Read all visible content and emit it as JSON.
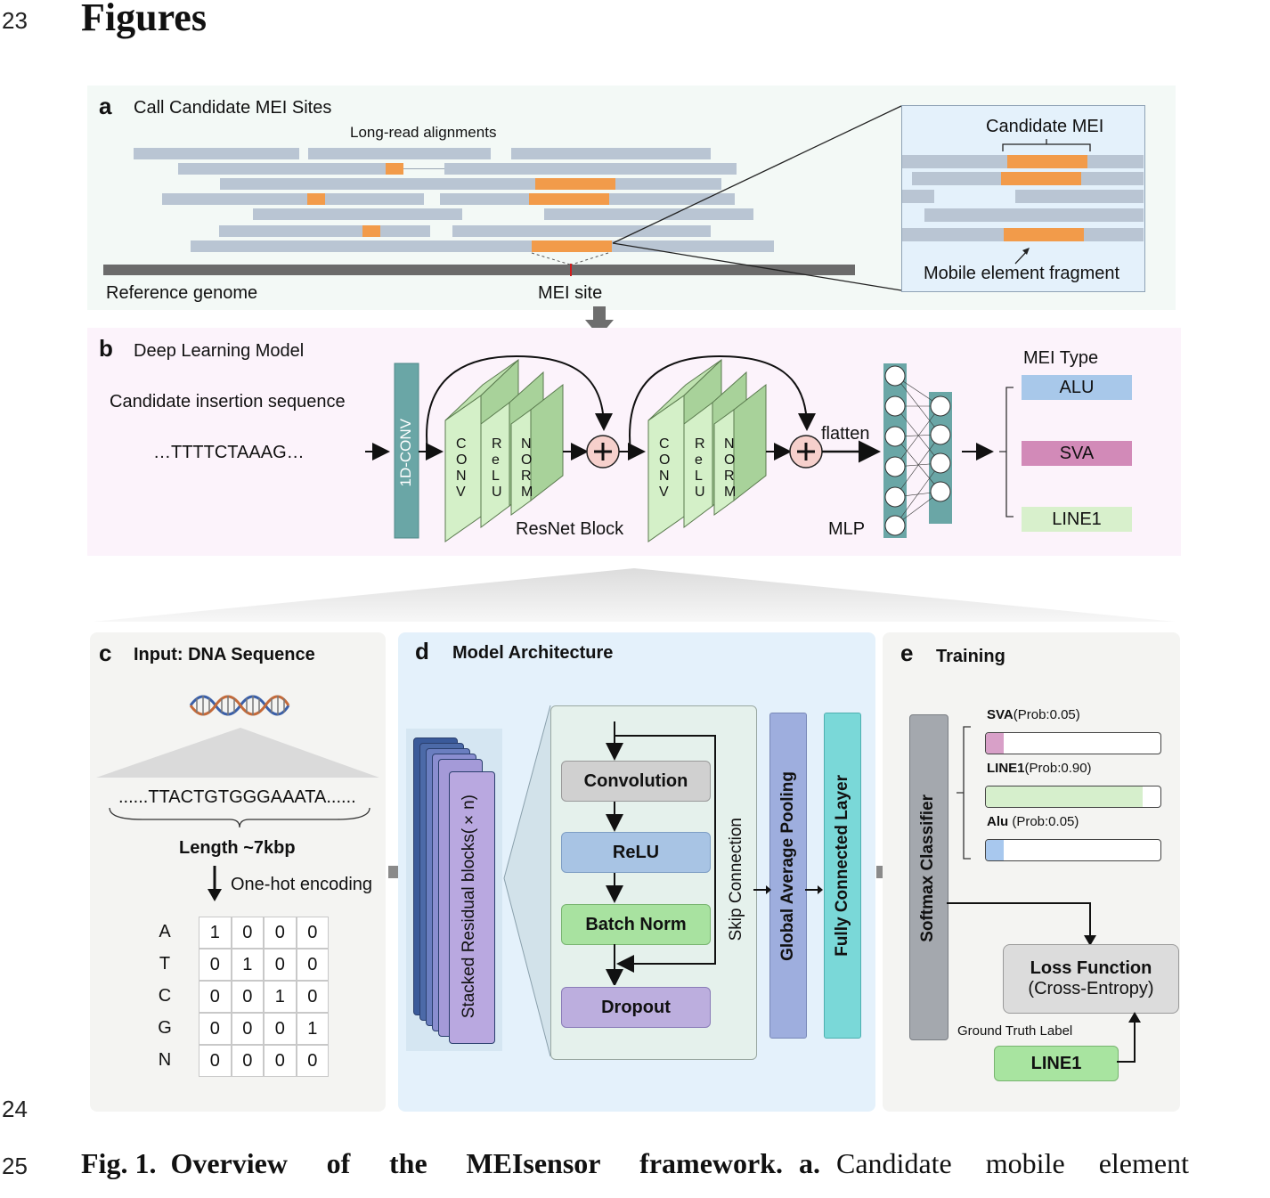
{
  "line_numbers": {
    "l23": "23",
    "l24": "24",
    "l25": "25"
  },
  "heading": "Figures",
  "panel_a": {
    "letter": "a",
    "title": "Call Candidate MEI Sites",
    "long_reads": "Long-read alignments",
    "reference": "Reference genome",
    "mei_site": "MEI site",
    "zoom_candidate": "Candidate MEI",
    "zoom_fragment": "Mobile element fragment"
  },
  "panel_b": {
    "letter": "b",
    "title": "Deep Learning Model",
    "candidate_seq": "Candidate insertion sequence",
    "sequence": "…TTTTCTAAAG…",
    "conv1d": "1D-CONV",
    "layer_conv": "CONV",
    "layer_relu": "ReLU",
    "layer_norm": "NORM",
    "resnet": "ResNet Block",
    "flatten": "flatten",
    "mlp": "MLP",
    "mei_type": "MEI Type",
    "types": [
      "ALU",
      "SVA",
      "LINE1"
    ],
    "colors": {
      "alu": "#a8c8ea",
      "sva": "#d28ab8",
      "line1": "#d8f0cc"
    }
  },
  "panel_c": {
    "letter": "c",
    "title": "Input: DNA Sequence",
    "sequence": "......TTACTGTGGGAAATA......",
    "length": "Length ~7kbp",
    "encoding": "One-hot encoding",
    "rows": [
      {
        "base": "A",
        "vals": [
          "1",
          "0",
          "0",
          "0"
        ]
      },
      {
        "base": "T",
        "vals": [
          "0",
          "1",
          "0",
          "0"
        ]
      },
      {
        "base": "C",
        "vals": [
          "0",
          "0",
          "1",
          "0"
        ]
      },
      {
        "base": "G",
        "vals": [
          "0",
          "0",
          "0",
          "1"
        ]
      },
      {
        "base": "N",
        "vals": [
          "0",
          "0",
          "0",
          "0"
        ]
      }
    ]
  },
  "panel_d": {
    "letter": "d",
    "title": "Model Architecture",
    "stacked": "Stacked Residual blocks(×n)",
    "convolution": "Convolution",
    "relu": "ReLU",
    "batchnorm": "Batch Norm",
    "dropout": "Dropout",
    "skip": "Skip Connection",
    "gap": "Global Average Pooling",
    "fc": "Fully Connected Layer"
  },
  "panel_e": {
    "letter": "e",
    "title": "Training",
    "softmax": "Softmax Classifier",
    "probs": [
      {
        "name": "SVA",
        "prob": "(Prob:0.05)",
        "value": 0.05,
        "color": "#d8a0c8"
      },
      {
        "name": "LINE1",
        "prob": "(Prob:0.90)",
        "value": 0.9,
        "color": "#d6efcc"
      },
      {
        "name": "Alu",
        "prob": " (Prob:0.05)",
        "value": 0.05,
        "color": "#a8c8ee"
      }
    ],
    "loss_line1": "Loss Function",
    "loss_line2": "(Cross-Entropy)",
    "ground_truth": "Ground Truth Label",
    "gt_value": "LINE1"
  },
  "caption": {
    "fig": "Fig. 1.",
    "title": "Overview of the MEIsensor framework.",
    "a": "a.",
    "text": "Candidate mobile element"
  }
}
